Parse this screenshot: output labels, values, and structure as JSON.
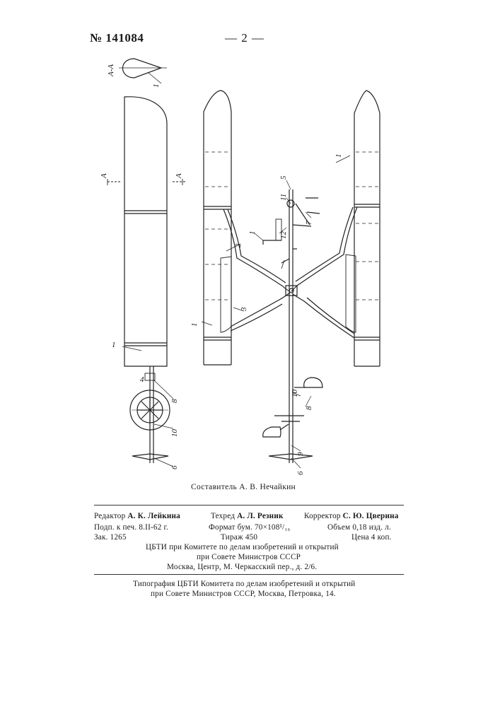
{
  "header": {
    "patent_number": "№ 141084",
    "page_number": "— 2 —"
  },
  "figure_labels": {
    "section_mark": "А-А",
    "arrow_a": "А",
    "part_1": "1",
    "part_2": "2",
    "part_3": "3",
    "part_4": "4",
    "part_5": "5",
    "part_6": "6",
    "part_7": "7",
    "part_8": "8",
    "part_9": "9",
    "part_10": "10",
    "part_11": "11",
    "part_12": "12"
  },
  "compiler": "Составитель А. В. Нечайкин",
  "imprint": {
    "editor_label": "Редактор",
    "editor_name": "А. К. Лейкина",
    "techred_label": "Техред",
    "techred_name": "А. Л. Резник",
    "corrector_label": "Корректор",
    "corrector_name": "С. Ю. Цверина",
    "signed": "Подп. к печ. 8.II-62 г.",
    "format": "Формат бум. 70×108¹/₁₆",
    "volume": "Объем 0,18 изд. л.",
    "order": "Зак. 1265",
    "circulation": "Тираж 450",
    "price": "Цена 4 коп.",
    "publisher_line1": "ЦБТИ при Комитете по делам изобретений и открытий",
    "publisher_line2": "при Совете Министров СССР",
    "publisher_line3": "Москва, Центр, М. Черкасский пер., д. 2/6.",
    "printer_line1": "Типография ЦБТИ Комитета по делам изобретений и открытий",
    "printer_line2": "при Совете Министров СССР, Москва, Петровка, 14."
  }
}
